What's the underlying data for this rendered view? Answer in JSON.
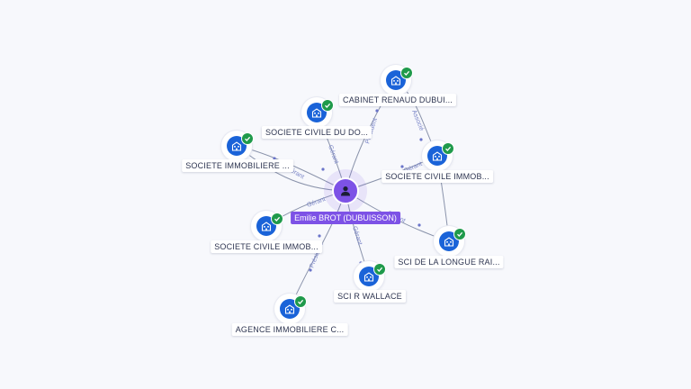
{
  "center": {
    "label": "Emilie BROT (DUBUISSON)",
    "icon": "person-icon",
    "color": "#7d52e6"
  },
  "entities": [
    {
      "id": "cabinet",
      "label": "CABINET RENAUD DUBUI...",
      "icon": "building-icon",
      "verified": true
    },
    {
      "id": "sc-du-do",
      "label": "SOCIETE CIVILE DU DO...",
      "icon": "building-icon",
      "verified": true
    },
    {
      "id": "immobiliere",
      "label": "SOCIETE IMMOBILIERE ...",
      "icon": "building-icon",
      "verified": true
    },
    {
      "id": "sc-immob-right",
      "label": "SOCIETE CIVILE IMMOB...",
      "icon": "building-icon",
      "verified": true
    },
    {
      "id": "sc-immob-left",
      "label": "SOCIETE CIVILE IMMOB...",
      "icon": "building-icon",
      "verified": true
    },
    {
      "id": "longue",
      "label": "SCI DE LA LONGUE RAI...",
      "icon": "building-icon",
      "verified": true
    },
    {
      "id": "wallace",
      "label": "SCI R WALLACE",
      "icon": "building-icon",
      "verified": true
    },
    {
      "id": "agence",
      "label": "AGENCE IMMOBILIERE C...",
      "icon": "building-icon",
      "verified": true
    }
  ],
  "edge_labels": {
    "cabinet": "Président",
    "sc_du_do": "Gérant",
    "immobiliere": "Gérant",
    "sc_immob_right": "Gérant",
    "cabinet_to_sc_immob_right": "Associé",
    "sc_left_extra": "Gérant",
    "longue": "Gérant",
    "wallace": "Gérant",
    "agence": "Président"
  },
  "colors": {
    "entity": "#1a63d8",
    "verified": "#1f9a4b",
    "edge": "#8a93ab",
    "edge_label": "#7b86c8"
  }
}
